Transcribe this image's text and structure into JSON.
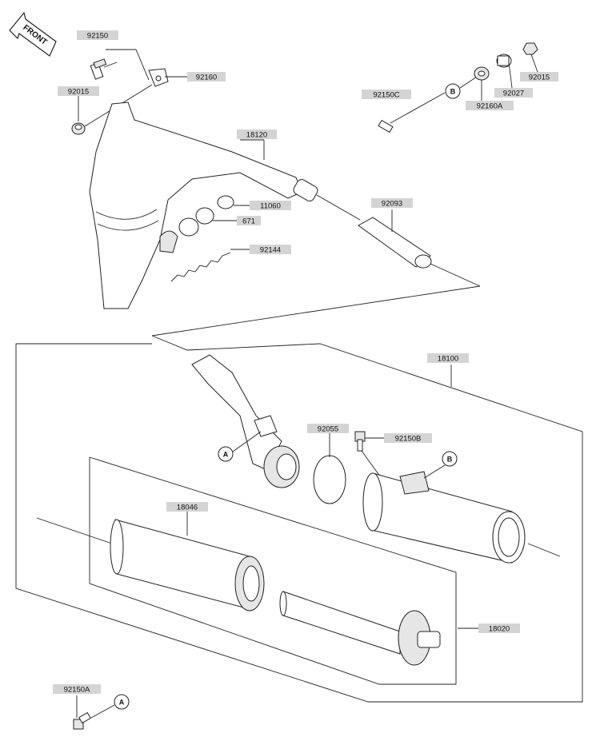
{
  "front_arrow": {
    "label": "FRONT"
  },
  "callout_letters": {
    "a": "A",
    "b": "B"
  },
  "parts": [
    {
      "id": "92150"
    },
    {
      "id": "92160"
    },
    {
      "id": "92015"
    },
    {
      "id": "18120"
    },
    {
      "id": "11060"
    },
    {
      "id": "671"
    },
    {
      "id": "92144"
    },
    {
      "id": "92093"
    },
    {
      "id": "92150C"
    },
    {
      "id": "92160A"
    },
    {
      "id": "92027"
    },
    {
      "id": "92015"
    },
    {
      "id": "18100"
    },
    {
      "id": "92055"
    },
    {
      "id": "92150B"
    },
    {
      "id": "18046"
    },
    {
      "id": "18020"
    },
    {
      "id": "92150A"
    }
  ]
}
